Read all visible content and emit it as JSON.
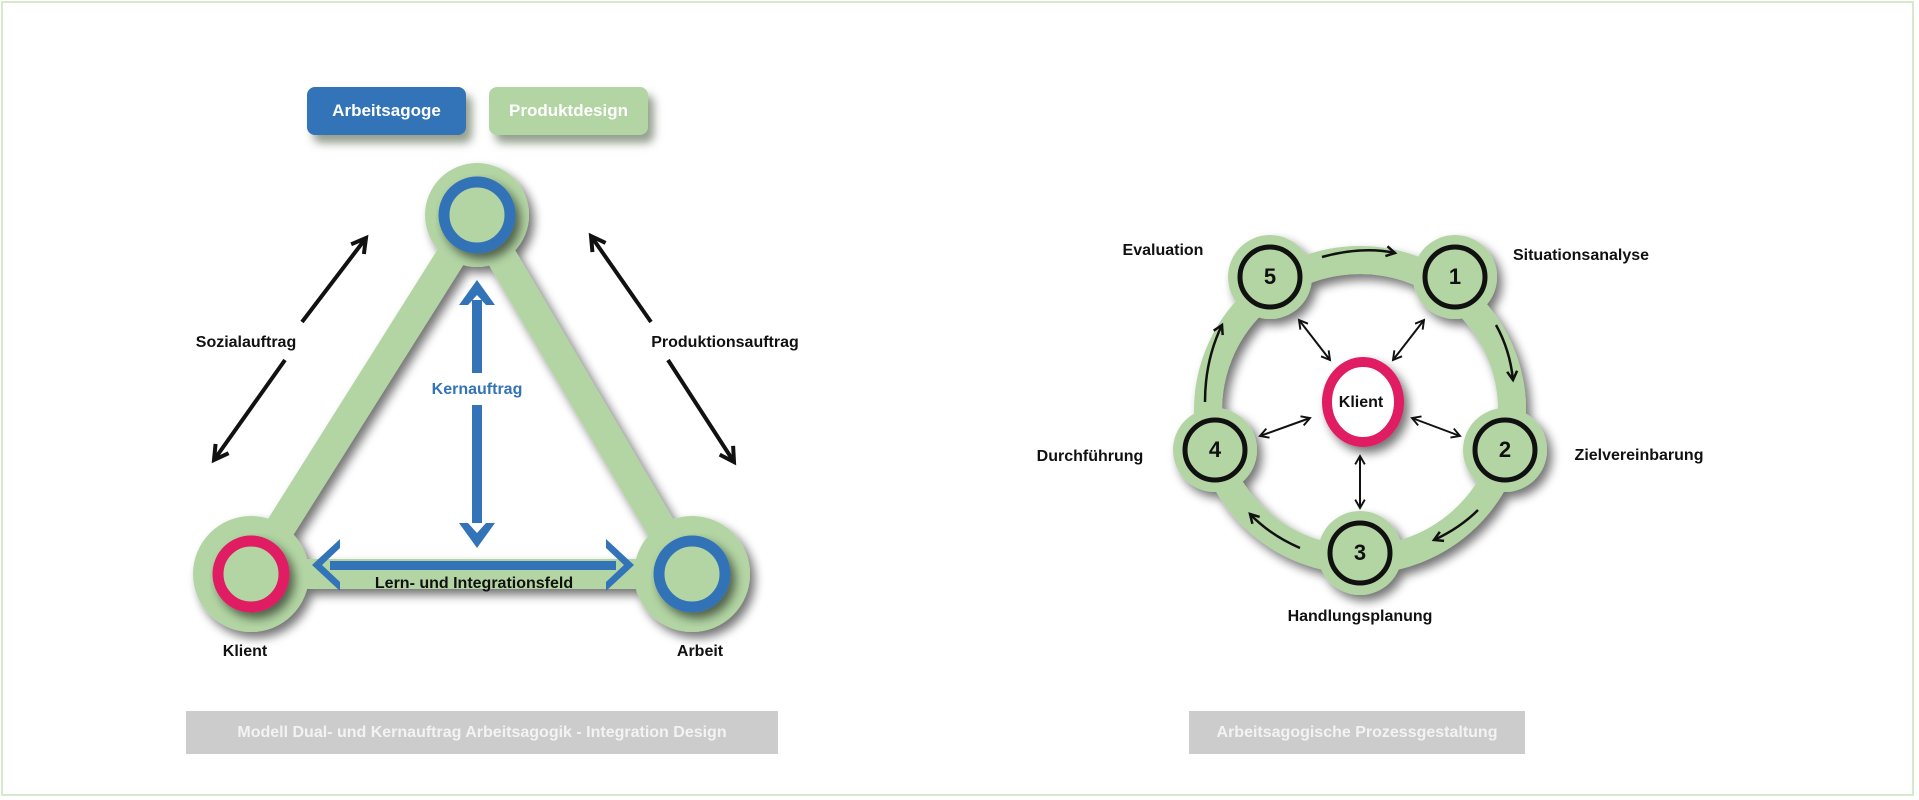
{
  "colors": {
    "blue": "#3373b8",
    "green": "#b2d5a3",
    "magenta": "#e01a63",
    "black": "#111111",
    "caption_bg": "#cccccc",
    "frame": "#d6e9cc"
  },
  "left_diagram": {
    "tags": [
      {
        "label": "Arbeitsagoge",
        "color": "#3373b8"
      },
      {
        "label": "Produktdesign",
        "color": "#b2d5a3"
      }
    ],
    "nodes": {
      "top": {
        "label": "",
        "ring_color": "#3373b8"
      },
      "left": {
        "label": "Klient",
        "ring_color": "#e01a63"
      },
      "right": {
        "label": "Arbeit",
        "ring_color": "#3373b8"
      }
    },
    "edges": {
      "left": "Sozialauftrag",
      "right": "Produktionsauftrag",
      "vertical": "Kernauftrag",
      "bottom": "Lern- und Integrationsfeld"
    },
    "caption": "Modell Dual- und Kernauftrag Arbeitsagogik - Integration Design"
  },
  "right_diagram": {
    "center_label": "Klient",
    "steps": [
      {
        "number": "1",
        "label": "Situationsanalyse"
      },
      {
        "number": "2",
        "label": "Zielvereinbarung"
      },
      {
        "number": "3",
        "label": "Handlungsplanung"
      },
      {
        "number": "4",
        "label": "Durchführung"
      },
      {
        "number": "5",
        "label": "Evaluation"
      }
    ],
    "caption": "Arbeitsagogische Prozessgestaltung"
  }
}
